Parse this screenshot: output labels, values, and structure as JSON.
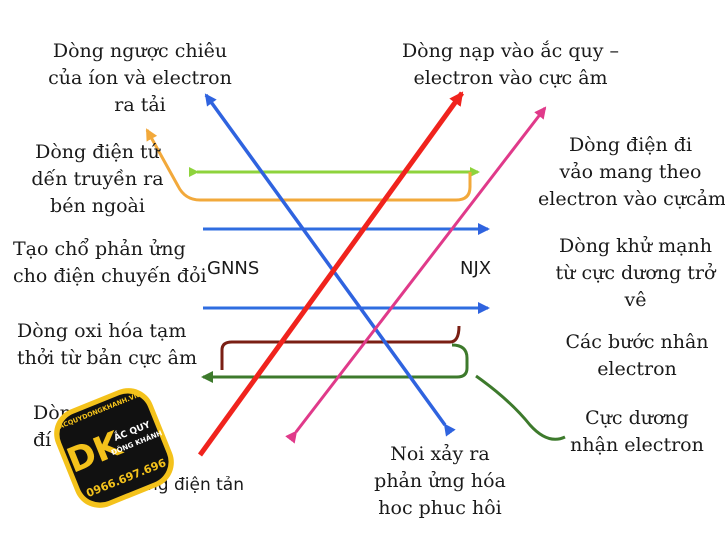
{
  "labels": {
    "left_1": [
      "Dòng ngược chiêu",
      "của íon và electron",
      "ra tải"
    ],
    "left_2": [
      "Dòng điện tứ",
      "dến truyền ra",
      "bén ngoài"
    ],
    "left_3": [
      "Tạo chổ phản ửng",
      "cho điện chuyến đỏi"
    ],
    "left_4": [
      "Dòng oxi hóa tạm",
      "thởi từ bản cực âm"
    ],
    "left_5": [
      "Dòn",
      "đí ra"
    ],
    "left_6": "ng điện tản",
    "right_1": [
      "Dòng nạp vào ắc quy –",
      "electron vào cực âm"
    ],
    "right_2": [
      "Dòng điện đi",
      "vảo mang theo",
      "electron vào cựcảm"
    ],
    "right_3": [
      "Dòng khử mạnh",
      "từ cực dương trở",
      "vê"
    ],
    "right_4": [
      "Các bước nhân",
      "electron"
    ],
    "right_5": [
      "Cực dương",
      "nhận electron"
    ],
    "bottom": [
      "Noi xảy ra",
      "phản ửng hóa",
      "hoc phuc hôi"
    ]
  },
  "side_labels": {
    "left": "GNNS",
    "right": "NJX"
  },
  "logo": {
    "letters": "DK",
    "arc_text": "ACQUYDONGKHANH.VN",
    "line1": "ẮC QUY",
    "line2": "ĐÔNG KHÁNH",
    "phone": "0966.697.696"
  },
  "colors": {
    "red": "#f0231d",
    "blue": "#2f63df",
    "pink": "#e03a8a",
    "orange": "#f2a93b",
    "green": "#8ed33c",
    "blue_h": "#2f6de0",
    "brown": "#7a1f14",
    "dark_green": "#3d7a2c",
    "logo_bg": "#111111",
    "logo_gold": "#f4c21b"
  }
}
